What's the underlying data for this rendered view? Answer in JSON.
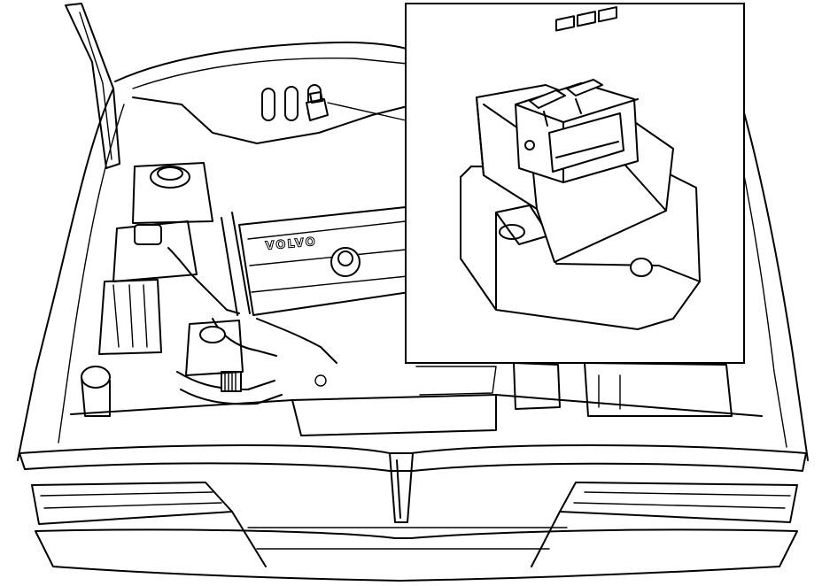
{
  "engine_logo": {
    "text": "VOLVO",
    "rendered_as": "picture"
  },
  "colors": {
    "line": "#000000",
    "background": "#ffffff"
  },
  "icons": [
    "vehicle-engine-bay-illustration",
    "sensor-connector-detail-illustration"
  ]
}
